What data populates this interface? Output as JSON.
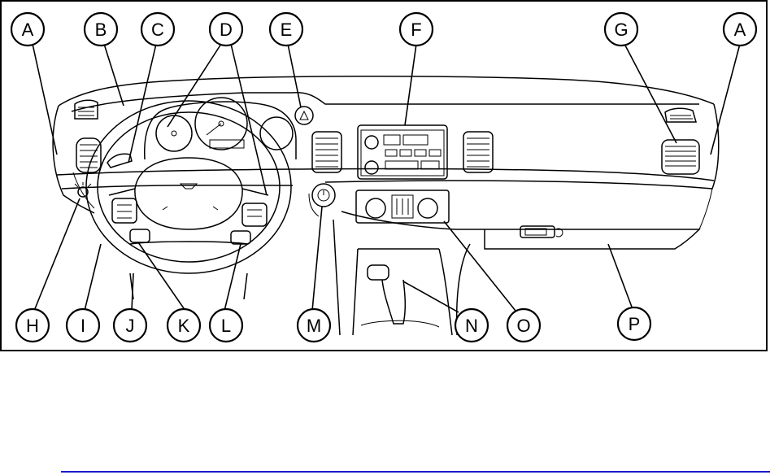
{
  "callouts": {
    "a_left": "A",
    "b": "B",
    "c": "C",
    "d": "D",
    "e": "E",
    "f": "F",
    "g": "G",
    "a_right": "A",
    "h": "H",
    "i": "I",
    "j": "J",
    "k": "K",
    "l": "L",
    "m": "M",
    "n": "N",
    "o": "O",
    "p": "P"
  },
  "colors": {
    "line_art": "#000000",
    "footer_rule": "#1a1acc"
  }
}
